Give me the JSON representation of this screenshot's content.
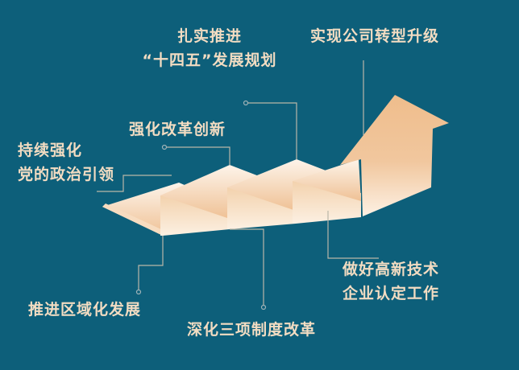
{
  "colors": {
    "background": "#0d5f7a",
    "text": "#f2dcc2",
    "line": "#b9b6a8",
    "step_light": "#fdf3e7",
    "step_dark": "#eebd8f"
  },
  "labels": {
    "transform": "实现公司转型升级",
    "plan_line1": "扎实推进",
    "plan_line2": "“十四五”发展规划",
    "reform": "强化改革创新",
    "party_line1": "持续强化",
    "party_line2": "党的政治引领",
    "regional": "推进区域化发展",
    "deepen": "深化三项制度改革",
    "hitech_line1": "做好高新技术",
    "hitech_line2": "企业认定工作"
  }
}
